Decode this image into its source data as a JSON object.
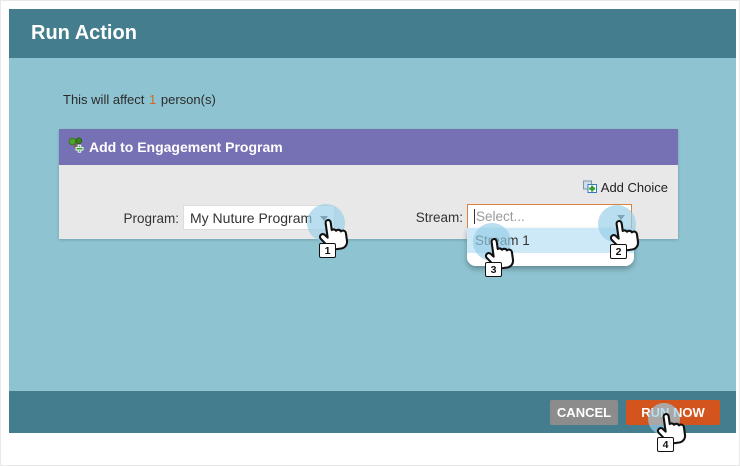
{
  "window": {
    "title": "Run Action"
  },
  "summary": {
    "prefix": "This will affect",
    "count": "1",
    "suffix": "person(s)"
  },
  "panel": {
    "title": "Add to Engagement Program",
    "add_choice": "Add Choice",
    "program": {
      "label": "Program:",
      "value": "My Nuture Program"
    },
    "stream": {
      "label": "Stream:",
      "placeholder": "Select...",
      "options": [
        "Stream 1"
      ]
    }
  },
  "footer": {
    "cancel": "CANCEL",
    "run_now": "RUN NOW"
  },
  "annotations": [
    "1",
    "2",
    "3",
    "4"
  ],
  "icons": {
    "panel_icon": "engagement-program-icon",
    "add_choice_icon": "add-choice-icon",
    "dropdown_icon": "chevron-down-icon",
    "hand_icon": "click-hand-icon"
  },
  "colors": {
    "header_teal": "#447e8e",
    "body_teal": "#8ec4d1",
    "panel_purple": "#7670b4",
    "panel_gray": "#e9e8e8",
    "run_now_orange": "#d4541d",
    "count_orange": "#d2691e",
    "cancel_gray": "#8c8c8c",
    "focused_input_border": "#d9813d",
    "option_highlight": "#cde9f7",
    "click_halo": "#97cee7"
  }
}
